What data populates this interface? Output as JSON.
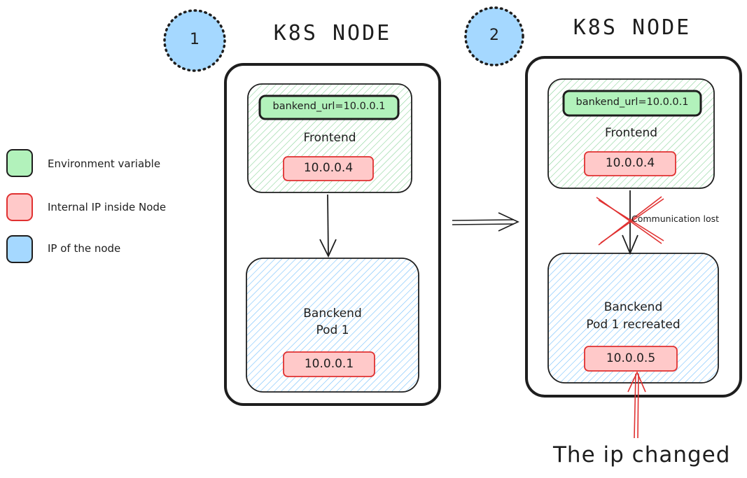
{
  "legend": [
    {
      "label": "Environment variable",
      "color": "#b2f2bb"
    },
    {
      "label": "Internal IP inside Node",
      "color": "#ffc9c9"
    },
    {
      "label": "IP of the node",
      "color": "#a5d8ff"
    }
  ],
  "transition_arrow": "double-arrow-right",
  "steps": [
    {
      "badge": "1",
      "title": "K8S NODE",
      "frontend": {
        "env": "bankend_url=10.0.0.1",
        "name": "Frontend",
        "ip": "10.0.0.4"
      },
      "backend": {
        "name_line1": "Banckend",
        "name_line2": "Pod 1",
        "ip": "10.0.0.1"
      }
    },
    {
      "badge": "2",
      "title": "K8S NODE",
      "frontend": {
        "env": "bankend_url=10.0.0.1",
        "name": "Frontend",
        "ip": "10.0.0.4"
      },
      "backend": {
        "name_line1": "Banckend",
        "name_line2": "Pod 1 recreated",
        "ip": "10.0.0.5"
      },
      "link_annotation": "Communication lost",
      "callout": "The ip changed"
    }
  ],
  "colors": {
    "green_fill": "#b2f2bb",
    "green_stroke": "#2f9e44",
    "red_fill": "#ffc9c9",
    "red_stroke": "#e03131",
    "blue_fill": "#a5d8ff",
    "blue_stroke": "#1971c2",
    "ink": "#1e1e1e"
  }
}
